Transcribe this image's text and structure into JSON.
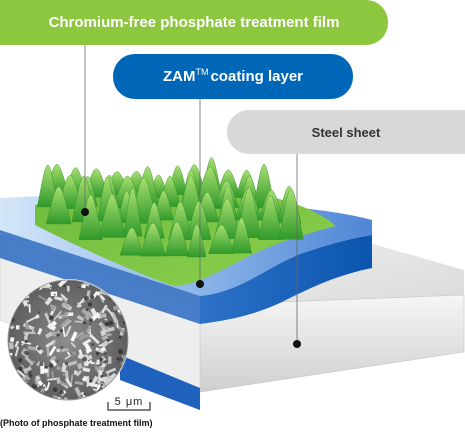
{
  "labels": {
    "phosphate_film": "Chromium-free phosphate treatment film",
    "zam_brand": "ZAM",
    "zam_trademark": "TM",
    "zam_rest": "coating layer",
    "steel_sheet": "Steel sheet"
  },
  "micrograph": {
    "scale_text": "5 μm",
    "caption": "(Photo of phosphate treatment film)"
  },
  "colors": {
    "phosphate_green": "#8dc63f",
    "crystal_dark": "#2f9a2a",
    "crystal_light": "#a8df70",
    "zam_blue": "#0067b8",
    "zam_blue_light": "#5f99df",
    "steel_gray": "#d8d8d8",
    "steel_face": "#e8e8e8",
    "label_text_light": "#ffffff",
    "label_text_dark": "#333333"
  }
}
